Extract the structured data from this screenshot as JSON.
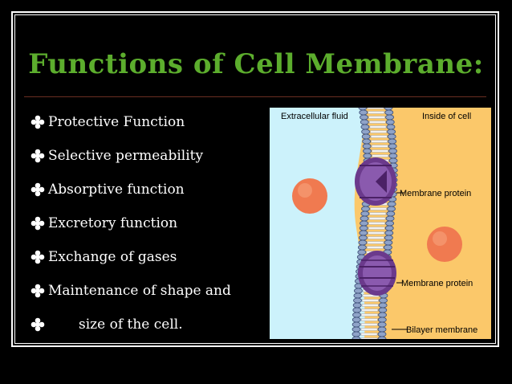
{
  "slide": {
    "title": "Functions of Cell Membrane:",
    "bullets": [
      "Protective Function",
      "Selective permeability",
      "Absorptive function",
      "Excretory function",
      "Exchange of gases",
      "Maintenance of shape and",
      "size of the cell."
    ]
  },
  "diagram": {
    "labels": {
      "extracellular": "Extracellular fluid",
      "inside": "Inside of cell",
      "protein1": "Membrane protein",
      "protein2": "Membrane protein",
      "bilayer": "Bilayer membrane"
    }
  },
  "colors": {
    "title": "#5cad2d",
    "extracellular_bg": "#ccf2fb",
    "intracellular_bg": "#fbc86a",
    "protein": "#6b3a8c",
    "particle": "#f07a50"
  }
}
